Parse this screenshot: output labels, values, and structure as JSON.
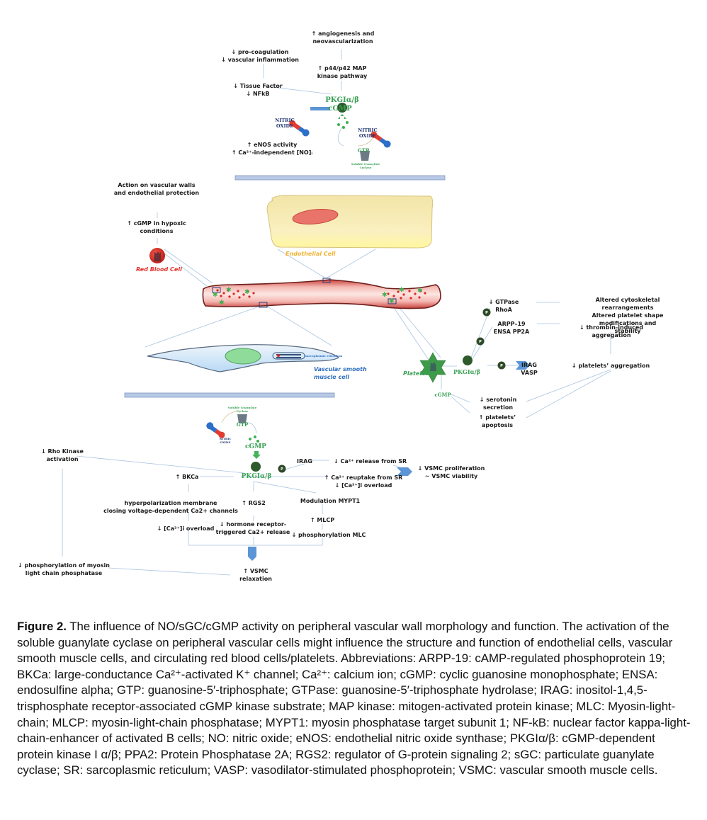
{
  "figure": {
    "endothelial_section": {
      "angiogenesis": "↑ angiogenesis and\nneovascularization",
      "map_kinase": "↑ p44/p42 MAP\nkinase pathway",
      "procoagulation": "↓ pro-coagulation\n↓ vascular inflammation",
      "tissue_factor": "↓ Tissue Factor\n↓ NFkB",
      "pkg": "PKGIα/β",
      "cgmp": "cGMP",
      "gtp": "GTP",
      "sgc": "Soluble Guanylate\nCyclase",
      "no_left": "NITRIC\nOXIDE",
      "no_right": "NITRIC\nOXIDE",
      "enos": "↑ eNOS activity\n↑ Ca²⁺-independent [NO]ᵢ"
    },
    "rbc_section": {
      "action": "Action on vascular walls\nand endothelial protection",
      "cgmp_hypoxic": "↑ cGMP in hypoxic\nconditions",
      "rbc_label": "Red Blood Cell"
    },
    "cells": {
      "endothelial_label": "Endothelial Cell",
      "vsmc_label": "Vascular smooth\nmuscle cell",
      "sr_label": "sarcoplasmic reticulum",
      "platelets_label": "Platelets"
    },
    "platelet_section": {
      "gtpase": "↓ GTPase\nRhoA",
      "arpp": "ARPP–19\nENSA  PP2A",
      "cytoskeletal": "Altered cytoskeletal rearrangements\nAltered platelet shape modifications and stability",
      "thrombin": "↓ thrombin-induced aggregation",
      "pkg": "PKGIα/β",
      "irag_vasp": "IRAG\nVASP",
      "platelet_aggregation": "↓ platelets’ aggregation",
      "cgmp": "cGMP",
      "serotonin": "↓ serotonin\nsecretion",
      "apoptosis": "↑ platelets’\napoptosis",
      "phospho": "P"
    },
    "vsmc_section": {
      "sgc": "Soluble Guanylate\nCyclase",
      "gtp": "GTP",
      "no": "NITRIC\nOXIDE",
      "cgmp": "cGMP",
      "pkg": "PKGIα/β",
      "irag": "IRAG",
      "ca_release": "↓ Ca²⁺ release from SR",
      "ca_reuptake": "↑ Ca²⁺ reuptake from SR\n↓ [Ca²⁺]i overload",
      "proliferation": "↓ VSMC proliferation\n~ VSMC viability",
      "rho_kinase": "↓ Rho Kinase\nactivation",
      "bkca": "↑ BKCa",
      "hyperpolarization": "hyperpolarization membrane\nclosing voltage-dependent Ca2+ channels",
      "ca_overload": "↓ [Ca²⁺]i overload",
      "rgs2": "↑ RGS2",
      "hormone": "↓ hormone receptor-\ntriggered Ca2+ release",
      "mypt1": "Modulation MYPT1",
      "mlcp": "↑ MLCP",
      "phospho_mlc": "↓ phosphorylation MLC",
      "phospho_mlcp": "↓ phosphorylation of myosin\nlight chain phosphatase",
      "relaxation": "↑ VSMC\nrelaxation",
      "phospho": "P"
    }
  },
  "caption": {
    "label": "Figure 2.",
    "text": " The influence of NO/sGC/cGMP activity on peripheral vascular wall morphology and function. The activation of the soluble guanylate cyclase on peripheral vascular cells might influence the structure and function of endothelial cells, vascular smooth muscle cells, and circulating red blood cells/platelets. Abbreviations: ARPP-19: cAMP-regulated phosphoprotein 19; BKCa: large-conductance Ca²⁺-activated K⁺ channel; Ca²⁺: calcium ion; cGMP: cyclic guanosine monophosphate; ENSA: endosulfine alpha; GTP: guanosine-5′-triphosphate; GTPase: guanosine-5′-triphosphate hydrolase; IRAG: inositol-1,4,5-trisphosphate receptor-associated cGMP kinase substrate; MAP kinase: mitogen-activated protein kinase; MLC: Myosin-light-chain; MLCP: myosin-light-chain phosphatase; MYPT1: myosin phosphatase target subunit 1; NF-kB: nuclear factor kappa-light-chain-enhancer of activated B cells; NO: nitric oxide; eNOS: endothelial nitric oxide synthase; PKGIα/β: cGMP-dependent protein kinase I α/β; PPA2: Protein Phosphatase 2A; RGS2: regulator of G-protein signaling 2; sGC: particulate guanylate cyclase; SR: sarcoplasmic reticulum; VASP: vasodilator-stimulated phosphoprotein; VSMC: vascular smooth muscle cells."
  },
  "colors": {
    "pkg_green": "#3aa055",
    "no_navy": "#1f3470",
    "rbc_red": "#e0302a",
    "endothelial_yellow": "#f2c94c",
    "vsmc_blue": "#2f6fbf",
    "arrow_blue": "#5b95d6",
    "link_line": "#a9c3e0"
  }
}
